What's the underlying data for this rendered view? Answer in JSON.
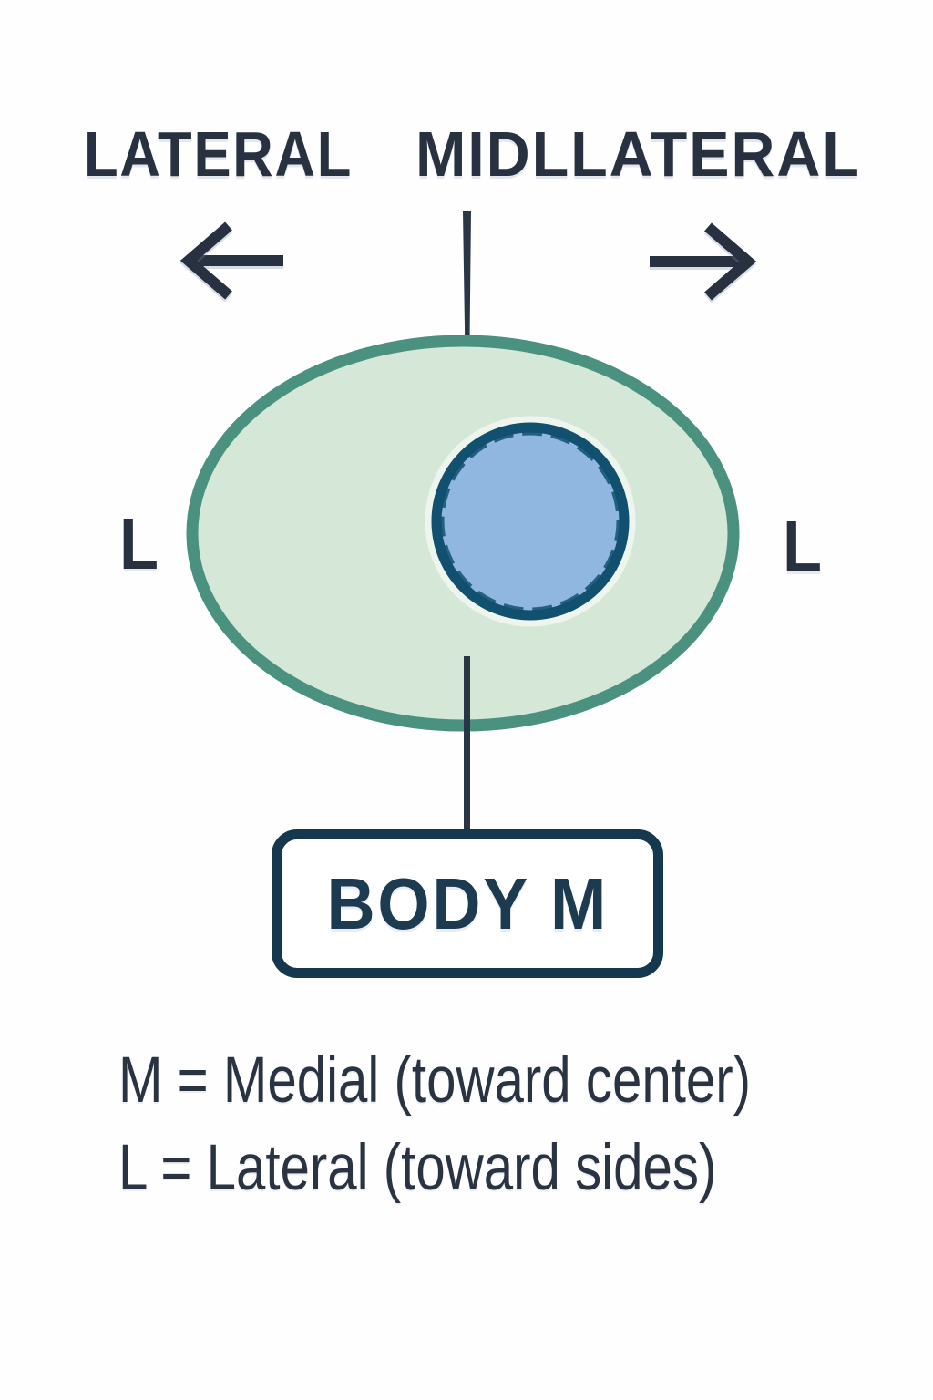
{
  "diagram": {
    "title_left": "LATERAL",
    "title_center": "MIDLLATERAL",
    "left_marker": "L",
    "right_marker": "L",
    "body_label": "BODY M",
    "legend": {
      "line1": "M = Medial (toward center)",
      "line2": "L = Lateral (toward sides)"
    },
    "icons": {
      "left_arrow": "left-arrow-icon",
      "right_arrow": "right-arrow-icon"
    },
    "colors": {
      "text_navy": "#27313f",
      "midline_navy": "#2b3644",
      "ellipse_fill": "#d5e8d7",
      "ellipse_stroke": "#4a9180",
      "nucleus_fill": "#8fb7e0",
      "nucleus_stroke": "#11506e",
      "box_border": "#16384f",
      "background": "#fefefe"
    }
  }
}
